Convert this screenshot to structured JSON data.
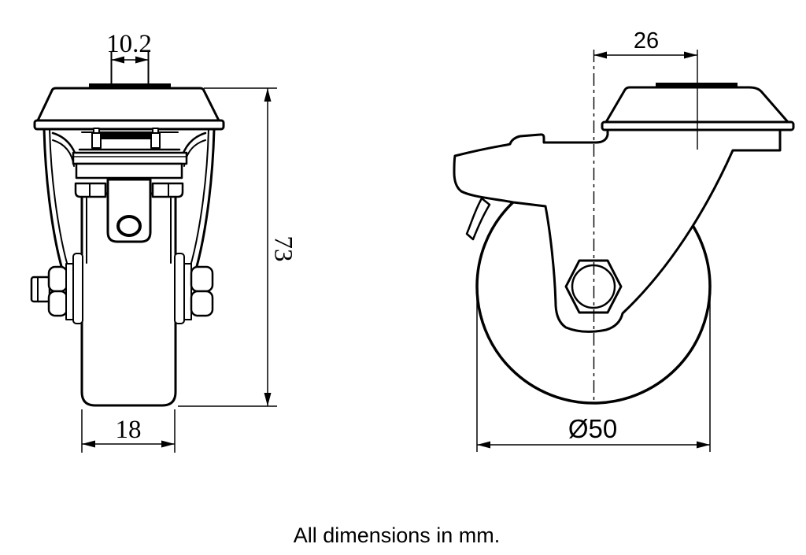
{
  "drawing": {
    "type": "technical-drawing",
    "subject": "swivel bolt-hole caster with brake, two orthographic views",
    "units_note": "All dimensions in mm.",
    "views": {
      "front_view": {
        "name": "front view (left)",
        "dimensions": {
          "stem_width": "10.2",
          "overall_height": "73",
          "wheel_width": "18"
        }
      },
      "side_view": {
        "name": "side view (right)",
        "dimensions": {
          "bolt_hole_offset": "26",
          "wheel_diameter": "Ø50"
        }
      }
    }
  },
  "colors": {
    "line": "#000000",
    "background": "#ffffff",
    "fill_dark": "#000000"
  }
}
